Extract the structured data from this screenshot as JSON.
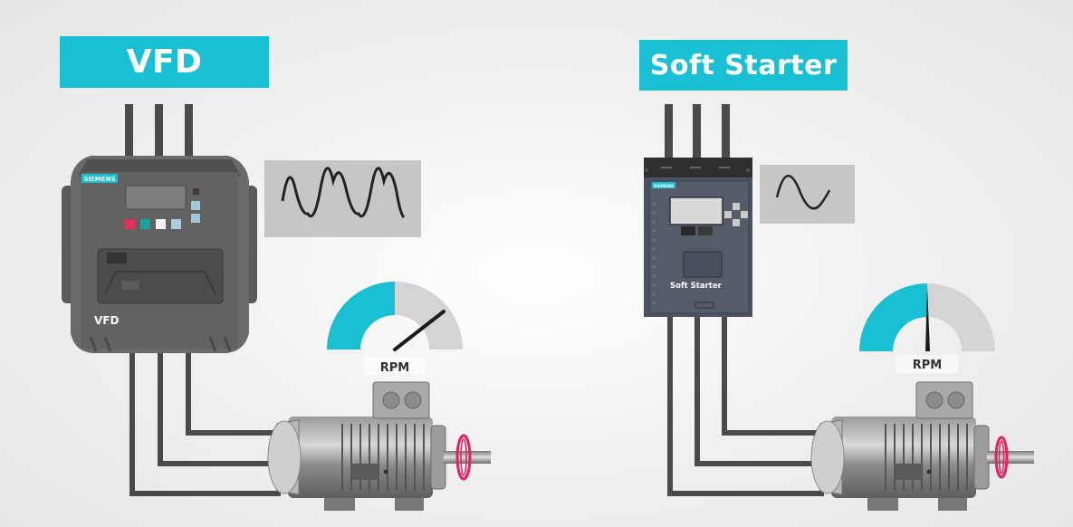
{
  "vfd": {
    "title": "VFD",
    "brand": "SIEMENS",
    "device_label": "VFD",
    "gauge_label": "RPM",
    "waveform": "high-frequency-sine",
    "gauge_level": 0.42
  },
  "soft_starter": {
    "title": "Soft Starter",
    "brand": "SIEMENS",
    "device_label": "Soft Starter",
    "gauge_label": "RPM",
    "waveform": "single-sine",
    "gauge_level": 0.48
  },
  "colors": {
    "accent": "#19c0d3",
    "wire": "#4a4a4a",
    "rotation_ring": "#e0245e",
    "gauge_inactive": "#d4d4d4"
  }
}
